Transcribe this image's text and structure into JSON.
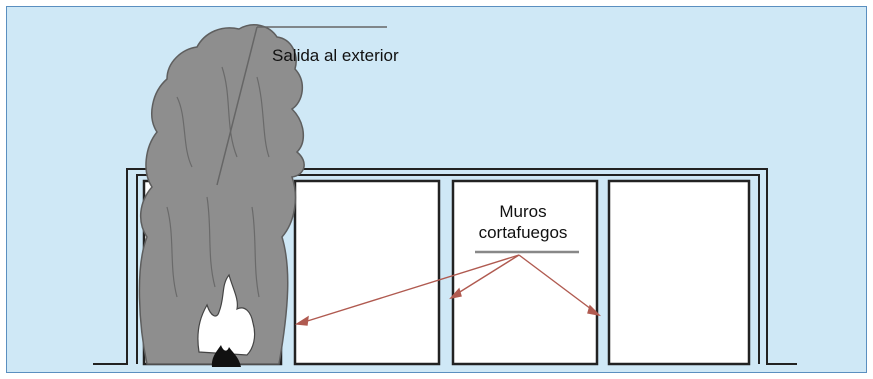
{
  "diagram": {
    "labels": {
      "exit": "Salida al exterior",
      "firewalls_line1": "Muros",
      "firewalls_line2": "cortafuegos"
    },
    "colors": {
      "background": "#cfe8f6",
      "border": "#5a8fc0",
      "room_fill": "#ffffff",
      "outline": "#222222",
      "smoke": "#8e8e8e",
      "arrow": "#b05a50"
    },
    "compartments": 4
  }
}
